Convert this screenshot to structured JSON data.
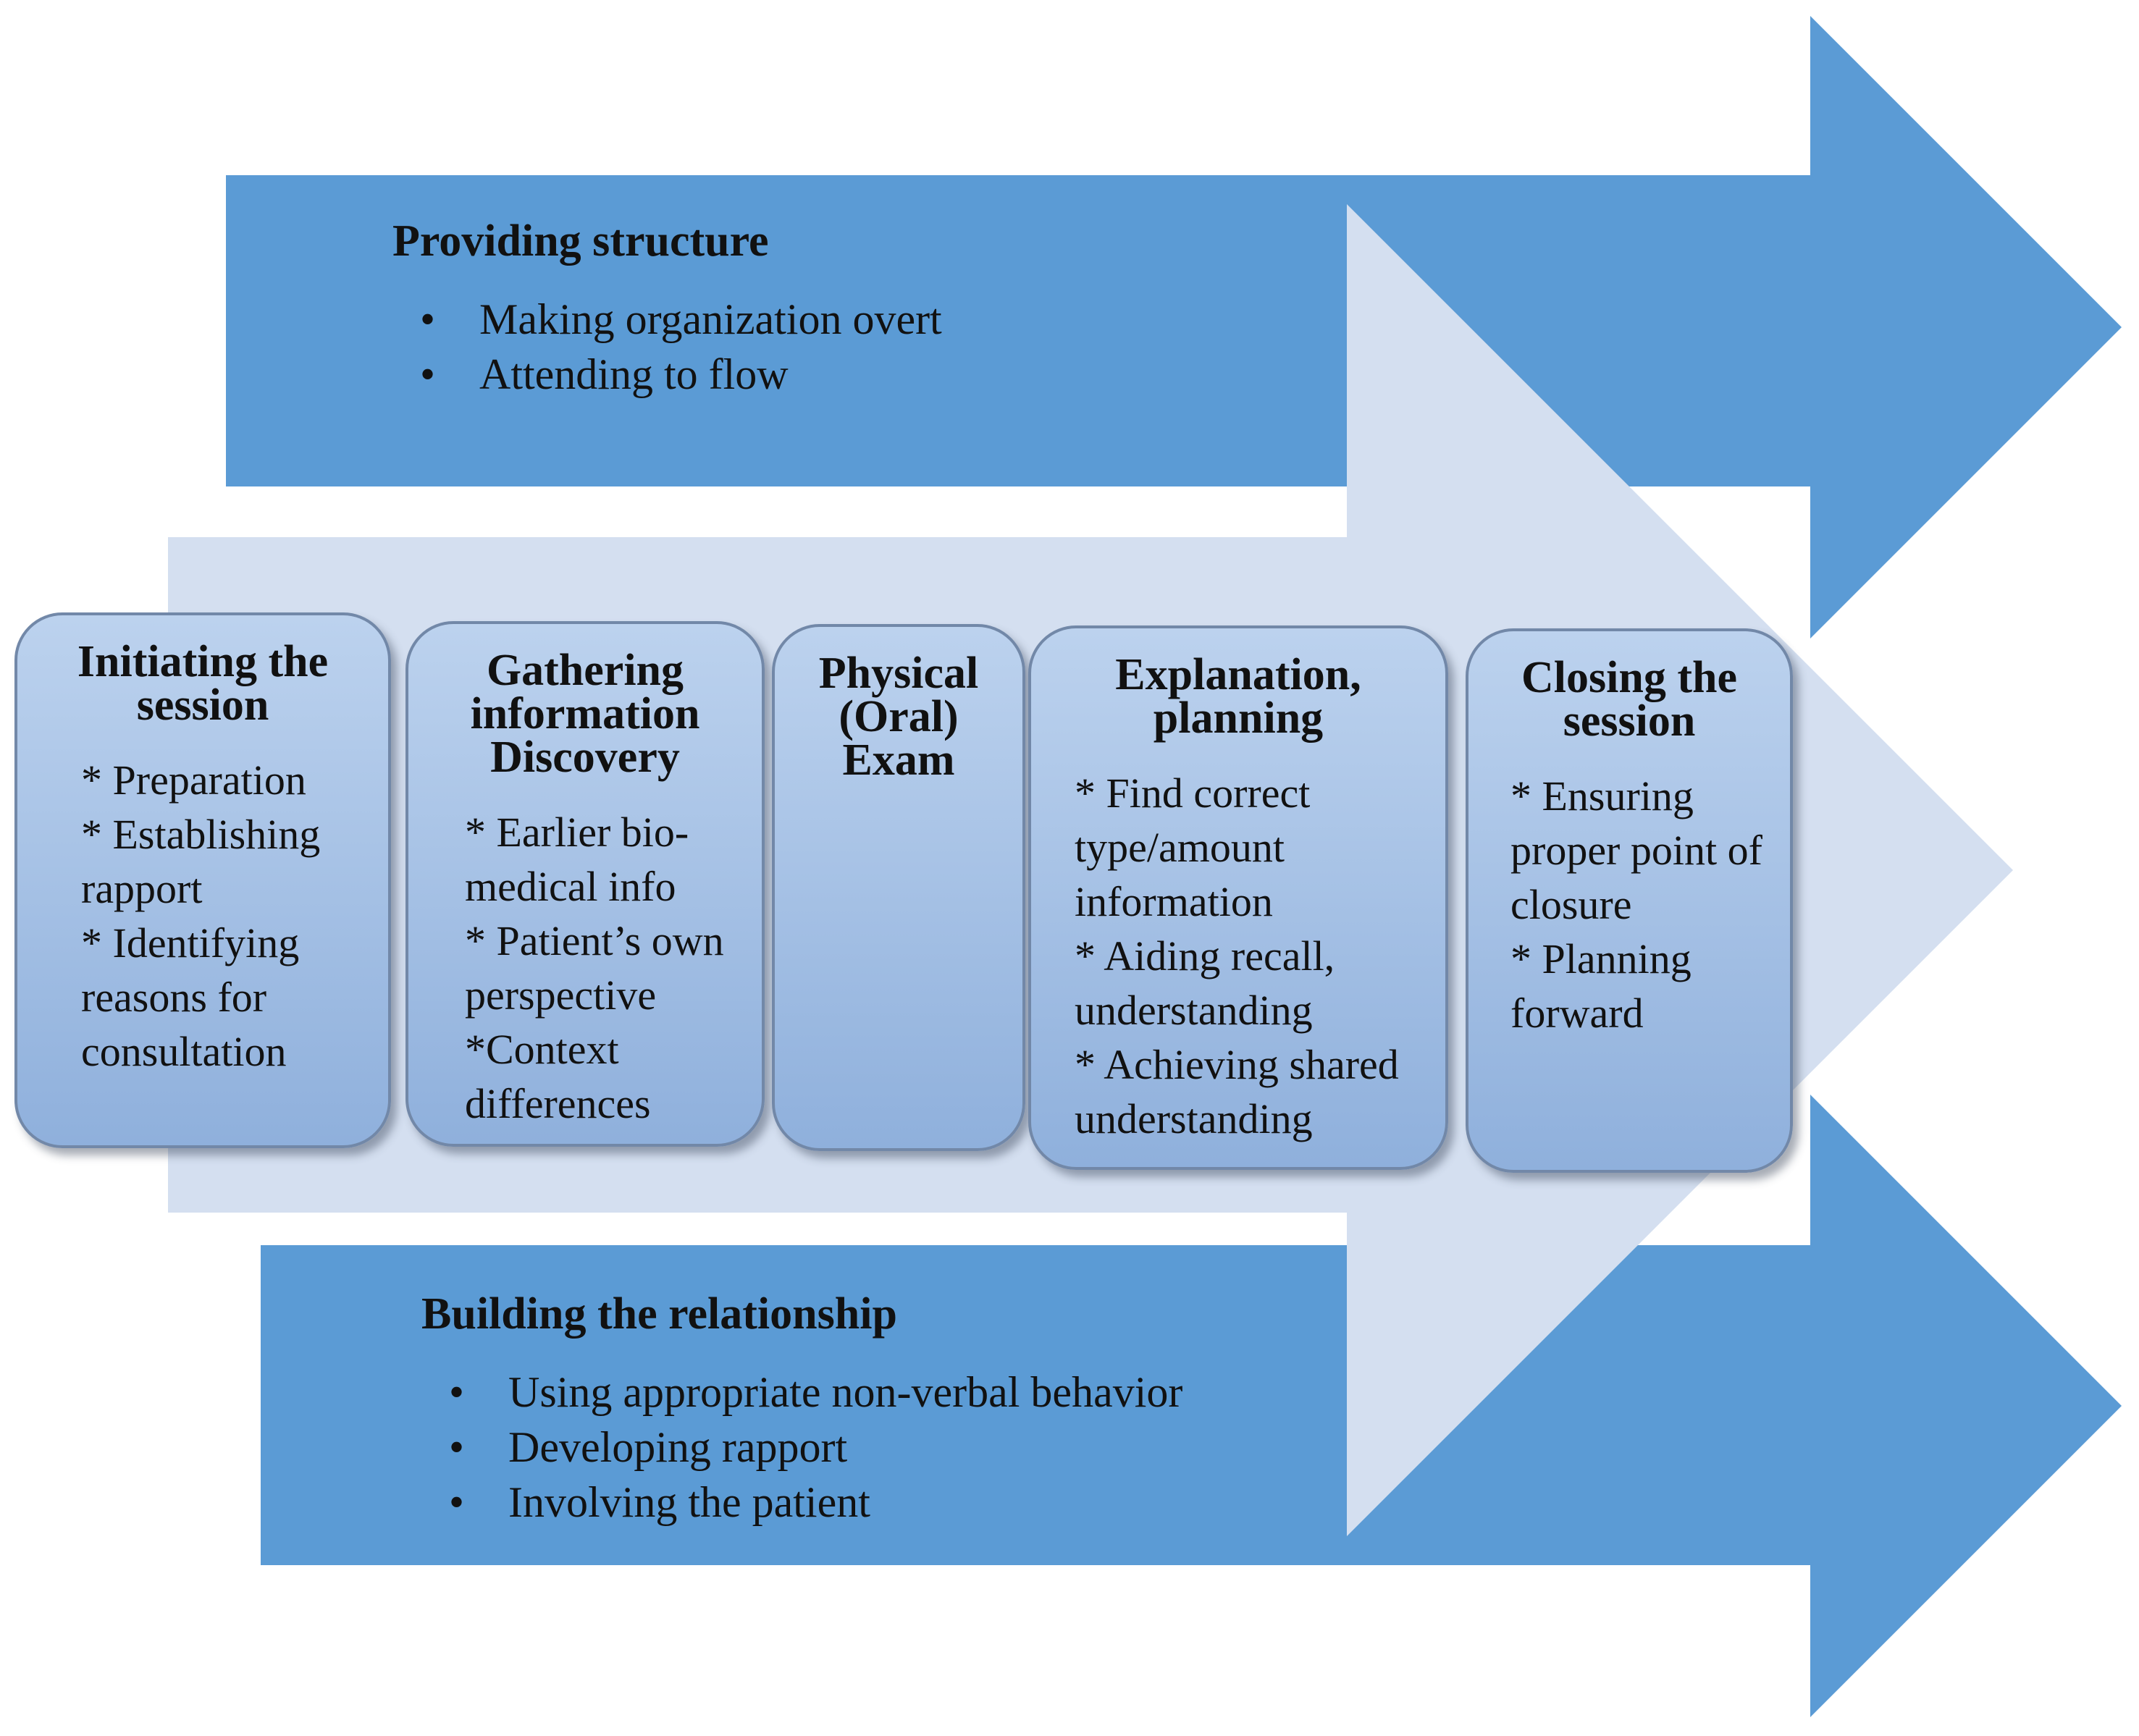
{
  "colors": {
    "outer_arrow": "#5b9bd5",
    "center_arrow": "#d4dff0",
    "stage_box_top": "#bcd2ee",
    "stage_box_bottom": "#8fb0dc",
    "stage_box_border": "#7288a8"
  },
  "top_arrow": {
    "title": "Providing structure",
    "items": [
      "Making organization overt",
      "Attending to flow"
    ]
  },
  "bottom_arrow": {
    "title": "Building the relationship",
    "items": [
      "Using appropriate non-verbal behavior",
      "Developing rapport",
      "Involving the patient"
    ]
  },
  "stages": [
    {
      "title": "Initiating the session",
      "items": [
        "* Preparation",
        "* Establishing rapport",
        "* Identifying reasons for consultation"
      ]
    },
    {
      "title": "Gathering information Discovery",
      "items": [
        "* Earlier bio-medical info",
        "* Patient’s own perspective",
        "*Context differences"
      ]
    },
    {
      "title": "Physical (Oral) Exam",
      "items": []
    },
    {
      "title": "Explanation, planning",
      "items": [
        "* Find correct type/amount information",
        "* Aiding recall, understanding",
        "* Achieving shared understanding"
      ]
    },
    {
      "title": "Closing the session",
      "items": [
        "* Ensuring proper point of closure",
        "* Planning forward"
      ]
    }
  ]
}
